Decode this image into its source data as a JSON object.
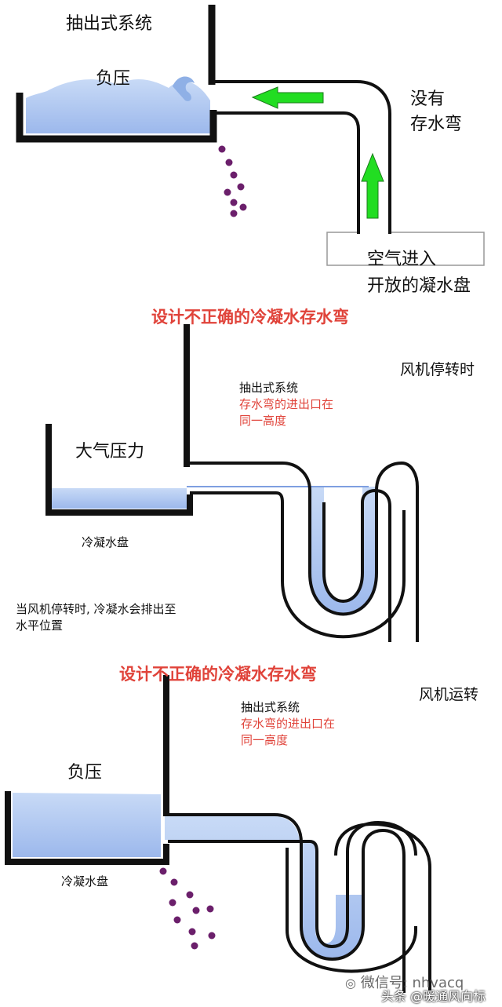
{
  "panel1": {
    "title": "抽出式系统",
    "pressure": "负压",
    "no_trap_line1": "没有",
    "no_trap_line2": "存水弯",
    "air_in": "空气进入",
    "open_pan": "开放的凝水盘"
  },
  "panel2": {
    "heading": "设计不正确的冷凝水存水弯",
    "state": "风机停转时",
    "system": "抽出式系统",
    "note_line1": "存水弯的进出口在",
    "note_line2": "同一高度",
    "pressure": "大气压力",
    "pan": "冷凝水盘",
    "caption_line1": "当风机停转时, 冷凝水会排出至",
    "caption_line2": "水平位置"
  },
  "panel3": {
    "heading": "设计不正确的冷凝水存水弯",
    "state": "风机运转",
    "system": "抽出式系统",
    "note_line1": "存水弯的进出口在",
    "note_line2": "同一高度",
    "pressure": "负压",
    "pan": "冷凝水盘"
  },
  "watermark": {
    "wechat": "微信号: nhvacq",
    "source": "头条 @暖通风向标"
  },
  "colors": {
    "water": "#a9c4f0",
    "water_dark": "#7e9fe0",
    "arrow": "#22dd22",
    "drip": "#6b1f6b",
    "heading": "#e0433a"
  }
}
